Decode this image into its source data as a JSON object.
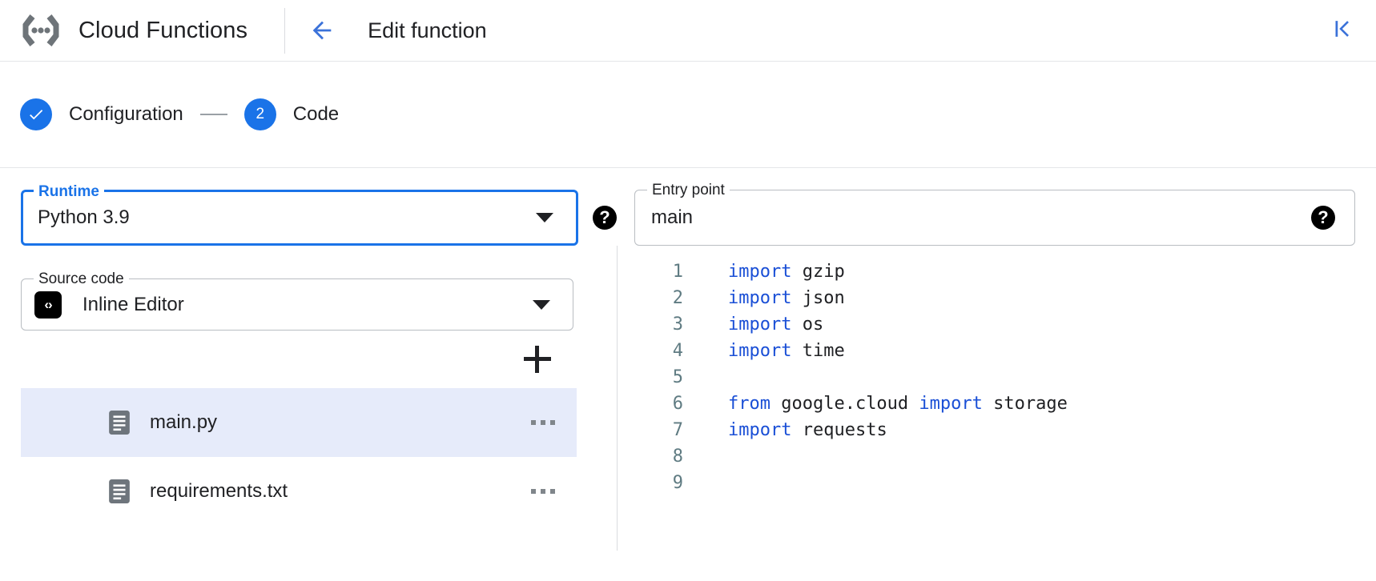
{
  "header": {
    "brand_title": "Cloud Functions",
    "page_title": "Edit function",
    "logo_icon": "cloud-functions-logo",
    "back_icon": "arrow-left-icon",
    "collapse_icon": "collapse-panel-icon"
  },
  "stepper": {
    "steps": [
      {
        "id": "configuration",
        "marker": "✓",
        "label": "Configuration",
        "state": "complete"
      },
      {
        "id": "code",
        "marker": "2",
        "label": "Code",
        "state": "active"
      }
    ]
  },
  "form": {
    "runtime": {
      "legend": "Runtime",
      "value": "Python 3.9",
      "focused": true,
      "dropdown_icon": "chevron-down-icon",
      "help_icon": "help-icon",
      "accent_color": "#1a73e8"
    },
    "entry_point": {
      "legend": "Entry point",
      "value": "main",
      "placeholder": "Entry point",
      "focused": false,
      "help_icon": "help-icon"
    },
    "source_code": {
      "legend": "Source code",
      "value": "Inline Editor",
      "badge_glyph": "‹›",
      "badge_icon": "code-brackets-icon",
      "dropdown_icon": "chevron-down-icon"
    }
  },
  "files": {
    "add_label": "+",
    "add_icon": "add-file-icon",
    "more_icon": "more-options-icon",
    "items": [
      {
        "name": "main.py",
        "icon": "file-document-icon",
        "selected": true
      },
      {
        "name": "requirements.txt",
        "icon": "file-document-icon",
        "selected": false
      }
    ],
    "selected_color": "#e6ebfa"
  },
  "editor": {
    "keyword_color": "#1a4fd6",
    "line_number_color": "#5f7b82",
    "lines": [
      {
        "n": "1",
        "tokens": [
          {
            "t": "import",
            "k": true
          },
          {
            "t": " gzip",
            "k": false
          }
        ]
      },
      {
        "n": "2",
        "tokens": [
          {
            "t": "import",
            "k": true
          },
          {
            "t": " json",
            "k": false
          }
        ]
      },
      {
        "n": "3",
        "tokens": [
          {
            "t": "import",
            "k": true
          },
          {
            "t": " os",
            "k": false
          }
        ]
      },
      {
        "n": "4",
        "tokens": [
          {
            "t": "import",
            "k": true
          },
          {
            "t": " time",
            "k": false
          }
        ]
      },
      {
        "n": "5",
        "tokens": []
      },
      {
        "n": "6",
        "tokens": [
          {
            "t": "from",
            "k": true
          },
          {
            "t": " google.cloud ",
            "k": false
          },
          {
            "t": "import",
            "k": true
          },
          {
            "t": " storage",
            "k": false
          }
        ]
      },
      {
        "n": "7",
        "tokens": [
          {
            "t": "import",
            "k": true
          },
          {
            "t": " requests",
            "k": false
          }
        ]
      },
      {
        "n": "8",
        "tokens": []
      },
      {
        "n": "9",
        "tokens": []
      }
    ]
  }
}
